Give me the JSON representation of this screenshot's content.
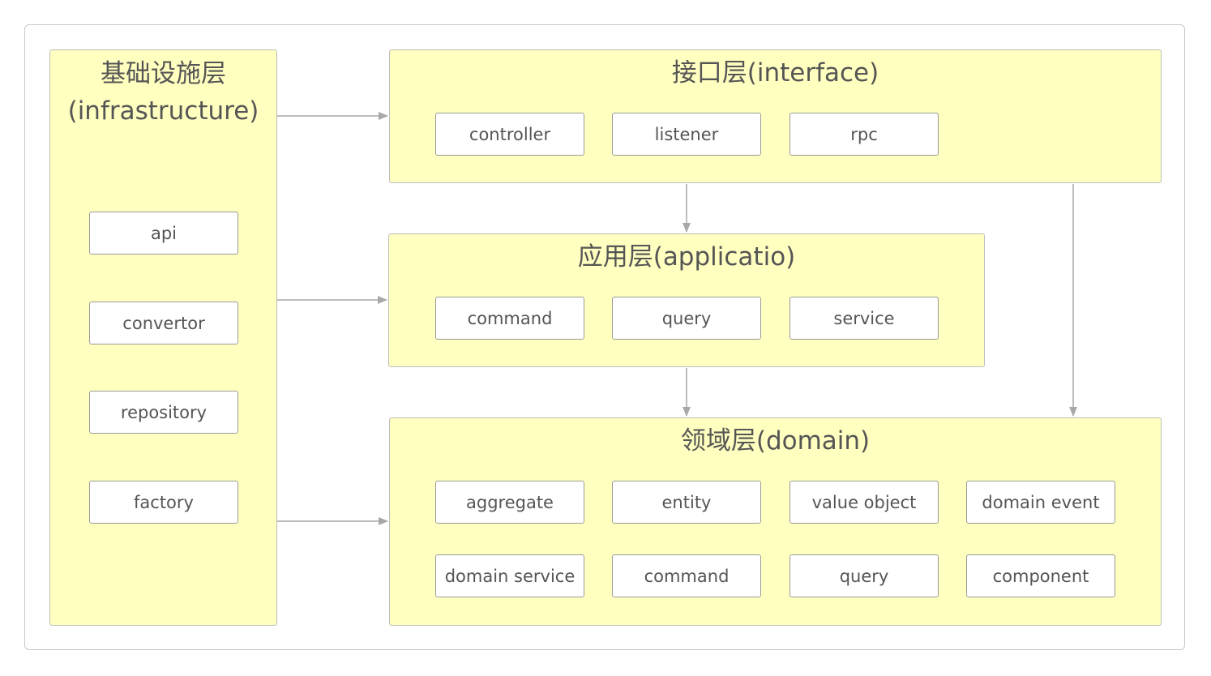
{
  "infrastructure": {
    "title_line1": "基础设施层",
    "title_line2": "(infrastructure)",
    "items": [
      "api",
      "convertor",
      "repository",
      "factory"
    ]
  },
  "interface": {
    "title": "接口层(interface)",
    "items": [
      "controller",
      "listener",
      "rpc"
    ]
  },
  "application": {
    "title": "应用层(applicatio)",
    "items": [
      "command",
      "query",
      "service"
    ]
  },
  "domain": {
    "title": "领域层(domain)",
    "items": [
      "aggregate",
      "entity",
      "value object",
      "domain event",
      "domain service",
      "command",
      "query",
      "component"
    ]
  },
  "colors": {
    "layer_fill": "#ffffc0",
    "layer_border": "#bdbdbd",
    "item_border": "#9a9a9a",
    "arrow": "#a8a8a8",
    "text": "#555555"
  }
}
